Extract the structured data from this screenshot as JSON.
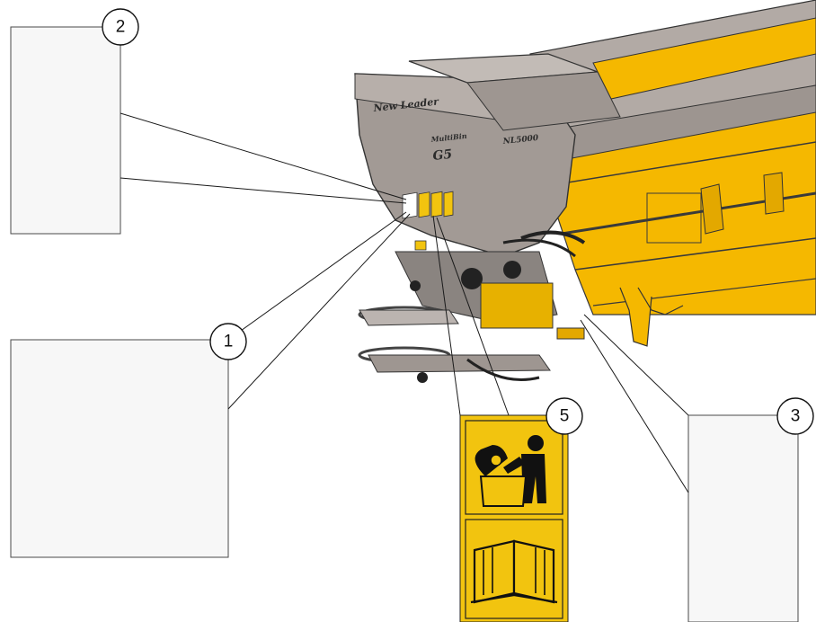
{
  "machine": {
    "brand_text": "New Leader",
    "model_text": "NL5000",
    "series_text": "MultiBin",
    "series_badge": "G5"
  },
  "callouts": [
    {
      "number": "2"
    },
    {
      "number": "1"
    },
    {
      "number": "5"
    },
    {
      "number": "3"
    }
  ],
  "decal_panels": {
    "top": {
      "icon": "operator-at-machine-icon"
    },
    "bottom": {
      "icon": "open-manual-icon"
    }
  },
  "colors": {
    "body_yellow": "#f5b800",
    "hopper_gray": "#a29a95",
    "decal_yellow": "#f2c40f"
  }
}
